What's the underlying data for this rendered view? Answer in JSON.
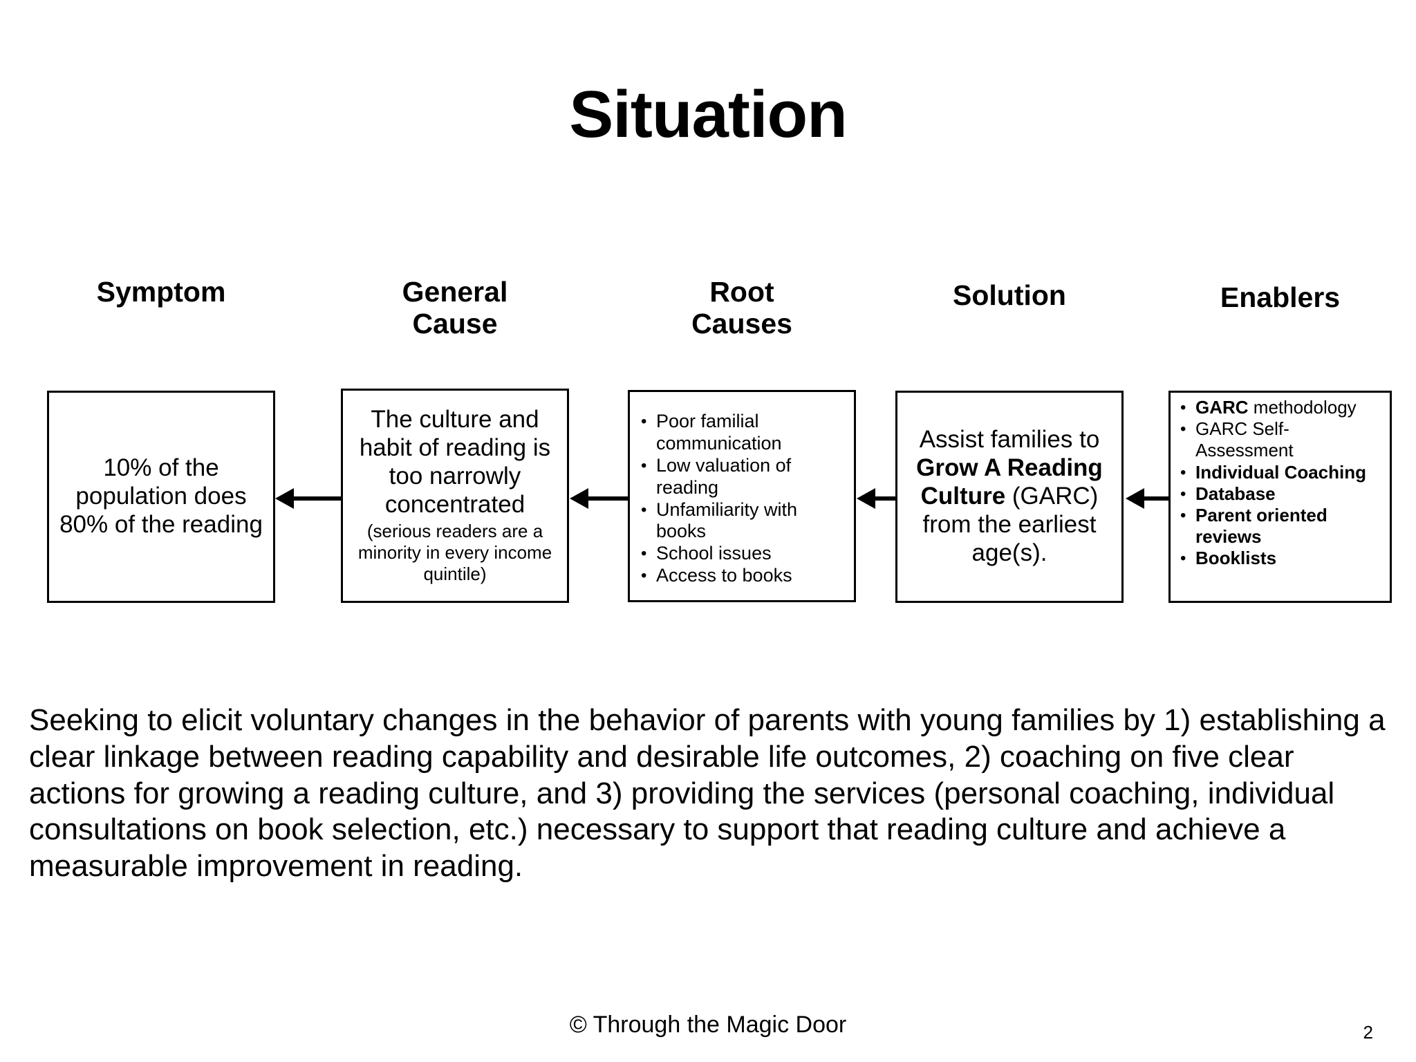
{
  "slide": {
    "title": "Situation",
    "page_number": "2",
    "copyright": "© Through the Magic Door"
  },
  "columns": [
    {
      "label": "Symptom"
    },
    {
      "label": "General\nCause"
    },
    {
      "label": "Root\nCauses"
    },
    {
      "label": "Solution"
    },
    {
      "label": "Enablers"
    }
  ],
  "column_labels": {
    "symptom": "Symptom",
    "general_cause_line1": "General",
    "general_cause_line2": "Cause",
    "root_causes_line1": "Root",
    "root_causes_line2": "Causes",
    "solution": "Solution",
    "enablers": "Enablers"
  },
  "boxes": {
    "symptom": {
      "text": "10% of the population does 80% of the reading"
    },
    "general_cause": {
      "main": "The culture and habit of reading is too narrowly concentrated",
      "sub": "(serious readers are a minority in every income quintile)"
    },
    "root_causes": {
      "bullets": [
        "Poor familial communication",
        "Low valuation of reading",
        "Unfamiliarity with books",
        "School issues",
        "Access to books"
      ]
    },
    "solution": {
      "line1": "Assist families to",
      "emphasis": "Grow A Reading Culture",
      "acronym": "(GARC)",
      "line_tail": "from the earliest age(s)."
    },
    "enablers": {
      "bullets": [
        {
          "bold": "GARC",
          "normal": " methodology"
        },
        {
          "bold": "",
          "normal": "GARC Self-Assessment"
        },
        {
          "bold": "Individual Coaching",
          "normal": ""
        },
        {
          "bold": "Database",
          "normal": ""
        },
        {
          "bold": "Parent oriented reviews",
          "normal": ""
        },
        {
          "bold": "Booklists",
          "normal": ""
        }
      ]
    }
  },
  "arrows": {
    "direction": "right-to-left",
    "count": 4
  },
  "body": {
    "paragraph": "Seeking to elicit voluntary changes in the behavior of parents with young families by 1) establishing a clear linkage between reading capability and desirable life outcomes, 2) coaching on five clear actions for growing a reading culture, and 3) providing the services (personal coaching, individual consultations on book selection, etc.) necessary to support that reading culture and achieve a measurable improvement in reading."
  },
  "colors": {
    "background": "#ffffff",
    "text": "#000000",
    "border": "#000000"
  }
}
